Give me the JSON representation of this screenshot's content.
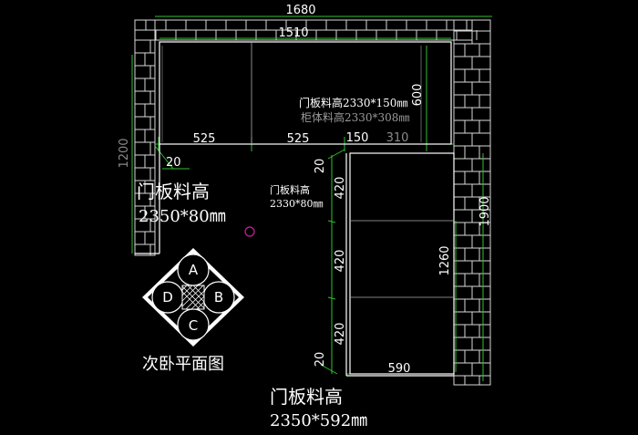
{
  "dimensions": {
    "total_width": "1680",
    "cabinet_width": "1510",
    "left_height": "1200",
    "right_height": "1900",
    "seg_525_a": "525",
    "seg_525_b": "525",
    "seg_150": "150",
    "seg_310": "310",
    "seg_600": "600",
    "seg_20_top": "20",
    "seg_20_mid": "20",
    "seg_420_a": "420",
    "seg_420_b": "420",
    "seg_420_c": "420",
    "seg_1260": "1260",
    "seg_20_bottom": "20",
    "seg_590": "590"
  },
  "notes": {
    "door_panel_top": "门板料高2330*150㎜",
    "cabinet_body": "柜体料高2330*308㎜",
    "door_small_line1": "门板料高",
    "door_small_line2": "2330*80㎜",
    "door_left_line1": "门板料高",
    "door_left_line2": "2350*80㎜",
    "door_bottom_line1": "门板料高",
    "door_bottom_line2": "2350*592㎜"
  },
  "compass": {
    "a": "A",
    "b": "B",
    "c": "C",
    "d": "D"
  },
  "room_title": "次卧平面图",
  "colors": {
    "background": "#000000",
    "wall_line": "#ffffff",
    "dim_line": "#2fbf2f",
    "marker": "#c8209c"
  }
}
